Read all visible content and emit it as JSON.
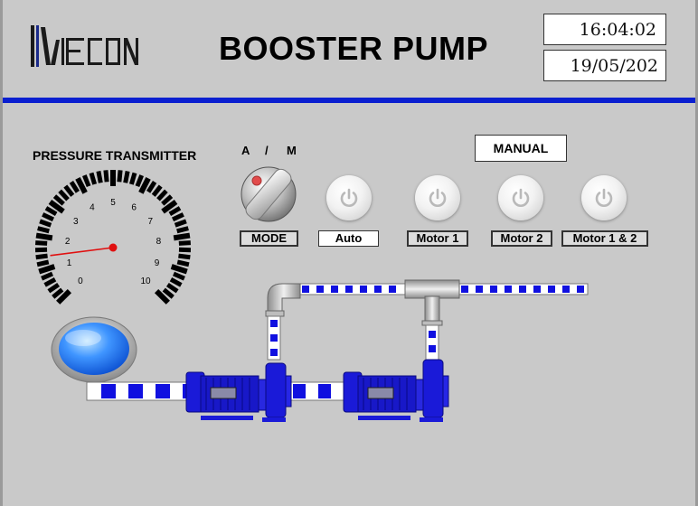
{
  "header": {
    "brand": "WECON",
    "title": "BOOSTER PUMP",
    "time": "16:04:02",
    "date": "19/05/202"
  },
  "gauge": {
    "label": "PRESSURE TRANSMITTER",
    "ticks": [
      "0",
      "1",
      "2",
      "3",
      "4",
      "5",
      "6",
      "7",
      "8",
      "9",
      "10"
    ],
    "value": 1.4
  },
  "mode": {
    "a_label": "A",
    "slash": "/",
    "m_label": "M",
    "mode_tag": "MODE",
    "manual_label": "MANUAL"
  },
  "buttons": [
    {
      "label": "Auto"
    },
    {
      "label": "Motor 1"
    },
    {
      "label": "Motor 2"
    },
    {
      "label": "Motor 1 & 2"
    }
  ],
  "colors": {
    "accent": "#0a1fd0",
    "pipe_blue": "#1010e0",
    "pump_blue": "#1a1ad8"
  }
}
